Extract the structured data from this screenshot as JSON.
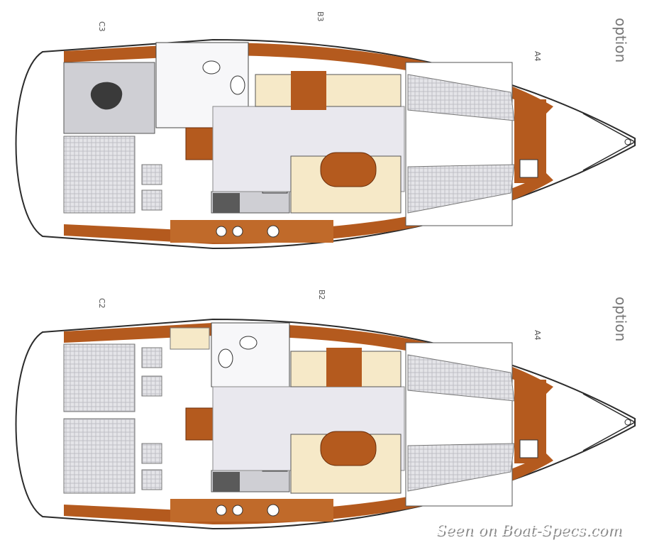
{
  "plans": [
    {
      "id": "top",
      "labels": {
        "aft": "C3",
        "mid": "B3",
        "fwd": "A4",
        "option": "option"
      }
    },
    {
      "id": "bottom",
      "labels": {
        "aft": "C2",
        "mid": "B2",
        "fwd": "A4",
        "option": "option"
      }
    }
  ],
  "watermark": "Seen on Boat-Specs.com",
  "colors": {
    "wood": "#b45a1e",
    "wood_dark": "#8a3c10",
    "floor": "#e9e8ee",
    "cushion": "#f6e9c8",
    "mattress": "#d7d7dc",
    "outline": "#2b2b2b"
  }
}
